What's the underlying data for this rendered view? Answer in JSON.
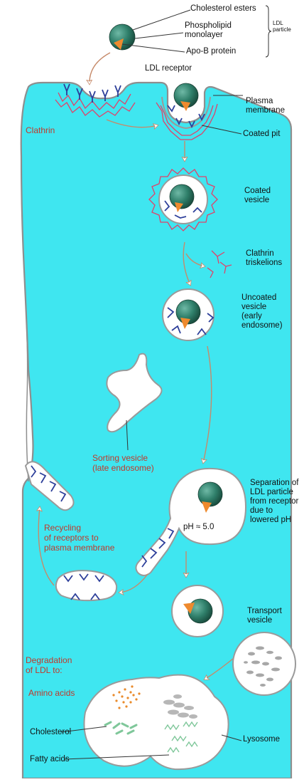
{
  "ldl_particle": {
    "components": [
      "Cholesterol esters",
      "Phospholipid\nmonolayer",
      "Apo-B protein"
    ],
    "bracket_label": "LDL\nparticle"
  },
  "labels": {
    "ldl_receptor": "LDL receptor",
    "plasma_membrane": "Plasma\nmembrane",
    "clathrin": "Clathrin",
    "coated_pit": "Coated pit",
    "coated_vesicle": "Coated\nvesicle",
    "clathrin_triskelions": "Clathrin\ntriskelions",
    "uncoated_vesicle": "Uncoated\nvesicle\n(early\nendosome)",
    "sorting_vesicle": "Sorting vesicle\n(late endosome)",
    "separation": "Separation of\nLDL particle\nfrom receptor\ndue to\nlowered pH",
    "ph": "pH ≈ 5.0",
    "recycling": "Recycling\nof receptors to\nplasma membrane",
    "transport_vesicle": "Transport\nvesicle",
    "degradation": "Degradation\nof LDL to:",
    "amino_acids": "Amino acids",
    "cholesterol": "Cholesterol",
    "fatty_acids": "Fatty acids",
    "lysosome": "Lysosome"
  },
  "colors": {
    "cytoplasm": "#3fe6f0",
    "membrane": "#9a9a9a",
    "clathrin": "#e0426a",
    "receptor": "#2d3f9a",
    "ldl_core": "#2f7f6a",
    "apo_b": "#ee8a2e",
    "red_label": "#c0392b",
    "arrow": "#d89a7a"
  }
}
